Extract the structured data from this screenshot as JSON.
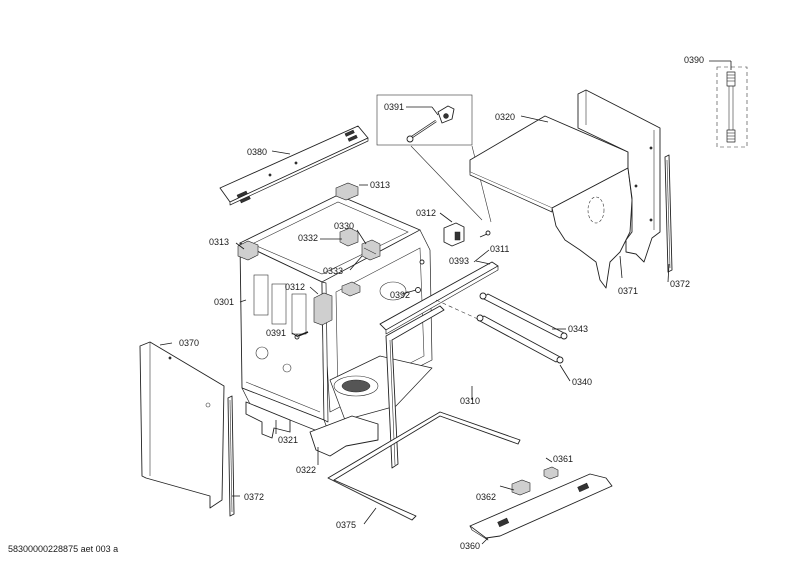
{
  "diagram": {
    "callouts": [
      {
        "id": "c0390",
        "text": "0390"
      },
      {
        "id": "c0391a",
        "text": "0391"
      },
      {
        "id": "c0320",
        "text": "0320"
      },
      {
        "id": "c0380",
        "text": "0380"
      },
      {
        "id": "c0313a",
        "text": "0313"
      },
      {
        "id": "c0312a",
        "text": "0312"
      },
      {
        "id": "c0330",
        "text": "0330"
      },
      {
        "id": "c0332",
        "text": "0332"
      },
      {
        "id": "c0313b",
        "text": "0313"
      },
      {
        "id": "c0333",
        "text": "0333"
      },
      {
        "id": "c0393",
        "text": "0393"
      },
      {
        "id": "c0311",
        "text": "0311"
      },
      {
        "id": "c0371",
        "text": "0371"
      },
      {
        "id": "c0372a",
        "text": "0372"
      },
      {
        "id": "c0312b",
        "text": "0312"
      },
      {
        "id": "c0392",
        "text": "0392"
      },
      {
        "id": "c0301",
        "text": "0301"
      },
      {
        "id": "c0391b",
        "text": "0391"
      },
      {
        "id": "c0343",
        "text": "0343"
      },
      {
        "id": "c0370",
        "text": "0370"
      },
      {
        "id": "c0340",
        "text": "0340"
      },
      {
        "id": "c0310",
        "text": "0310"
      },
      {
        "id": "c0321",
        "text": "0321"
      },
      {
        "id": "c0322",
        "text": "0322"
      },
      {
        "id": "c0361",
        "text": "0361"
      },
      {
        "id": "c0372b",
        "text": "0372"
      },
      {
        "id": "c0362",
        "text": "0362"
      },
      {
        "id": "c0375",
        "text": "0375"
      },
      {
        "id": "c0360",
        "text": "0360"
      }
    ],
    "footer": "58300000228875 aet 003 a"
  }
}
